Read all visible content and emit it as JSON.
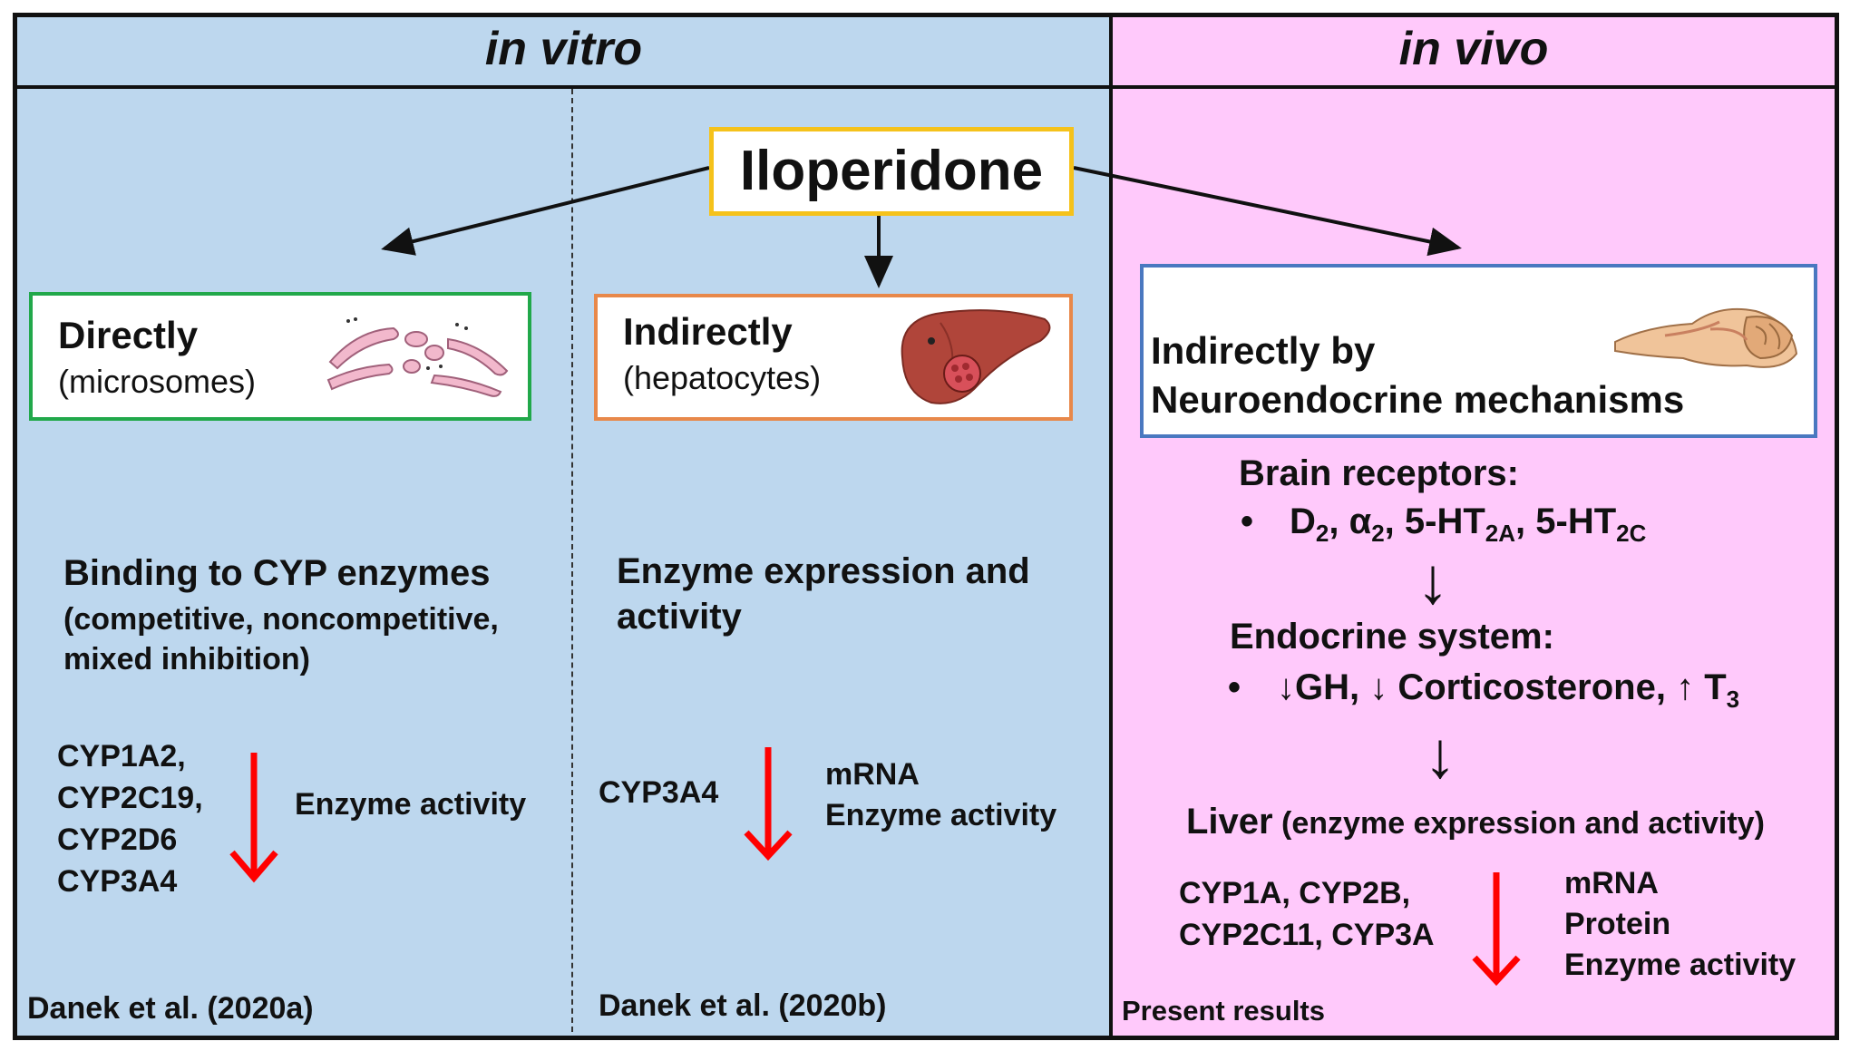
{
  "headers": {
    "in_vitro": "in vitro",
    "in_vivo": "in vivo"
  },
  "drug": "Iloperidone",
  "direct": {
    "title": "Directly",
    "subtitle": "(microsomes)",
    "heading": "Binding to CYP enzymes",
    "detail_line1": "(competitive, noncompetitive,",
    "detail_line2": "mixed inhibition)",
    "enzymes": [
      "CYP1A2,",
      "CYP2C19,",
      "CYP2D6",
      "CYP3A4"
    ],
    "effect": "Enzyme activity",
    "citation": "Danek et al. (2020a)"
  },
  "indirect": {
    "title": "Indirectly",
    "subtitle": "(hepatocytes)",
    "heading_line1": "Enzyme expression and",
    "heading_line2": "activity",
    "enzyme": "CYP3A4",
    "effects": [
      "mRNA",
      "Enzyme activity"
    ],
    "citation": "Danek et al. (2020b)"
  },
  "vivo": {
    "title_line1": "Indirectly by",
    "title_line2": "Neuroendocrine mechanisms",
    "brain_label": "Brain receptors:",
    "bullet": "•",
    "receptors": {
      "d": "D",
      "d_sub": "2",
      "sep1": ", α",
      "a_sub": "2",
      "sep2": ", 5-HT",
      "ht2a_sub": "2A",
      "sep3": ", 5-HT",
      "ht2c_sub": "2C"
    },
    "down_arrow": "↓",
    "endocrine_label": "Endocrine system:",
    "hormones": {
      "gh": "↓GH, ",
      "cort": "↓ Corticosterone, ",
      "t": "↑ T",
      "t_sub": "3"
    },
    "liver_label": "Liver",
    "liver_detail": " (enzyme expression and activity)",
    "enzymes_line1": "CYP1A, CYP2B,",
    "enzymes_line2": "CYP2C11, CYP3A",
    "effects": [
      "mRNA",
      "Protein",
      "Enzyme activity"
    ],
    "citation": "Present results"
  },
  "colors": {
    "in_vitro_bg": "#bdd7ee",
    "in_vivo_bg": "#ffc9fb",
    "drug_border": "#f5c21b",
    "direct_border": "#21a84a",
    "indirect_border": "#e8884a",
    "vivo_border": "#4a78c0",
    "decrease_arrow": "#ff0000"
  }
}
